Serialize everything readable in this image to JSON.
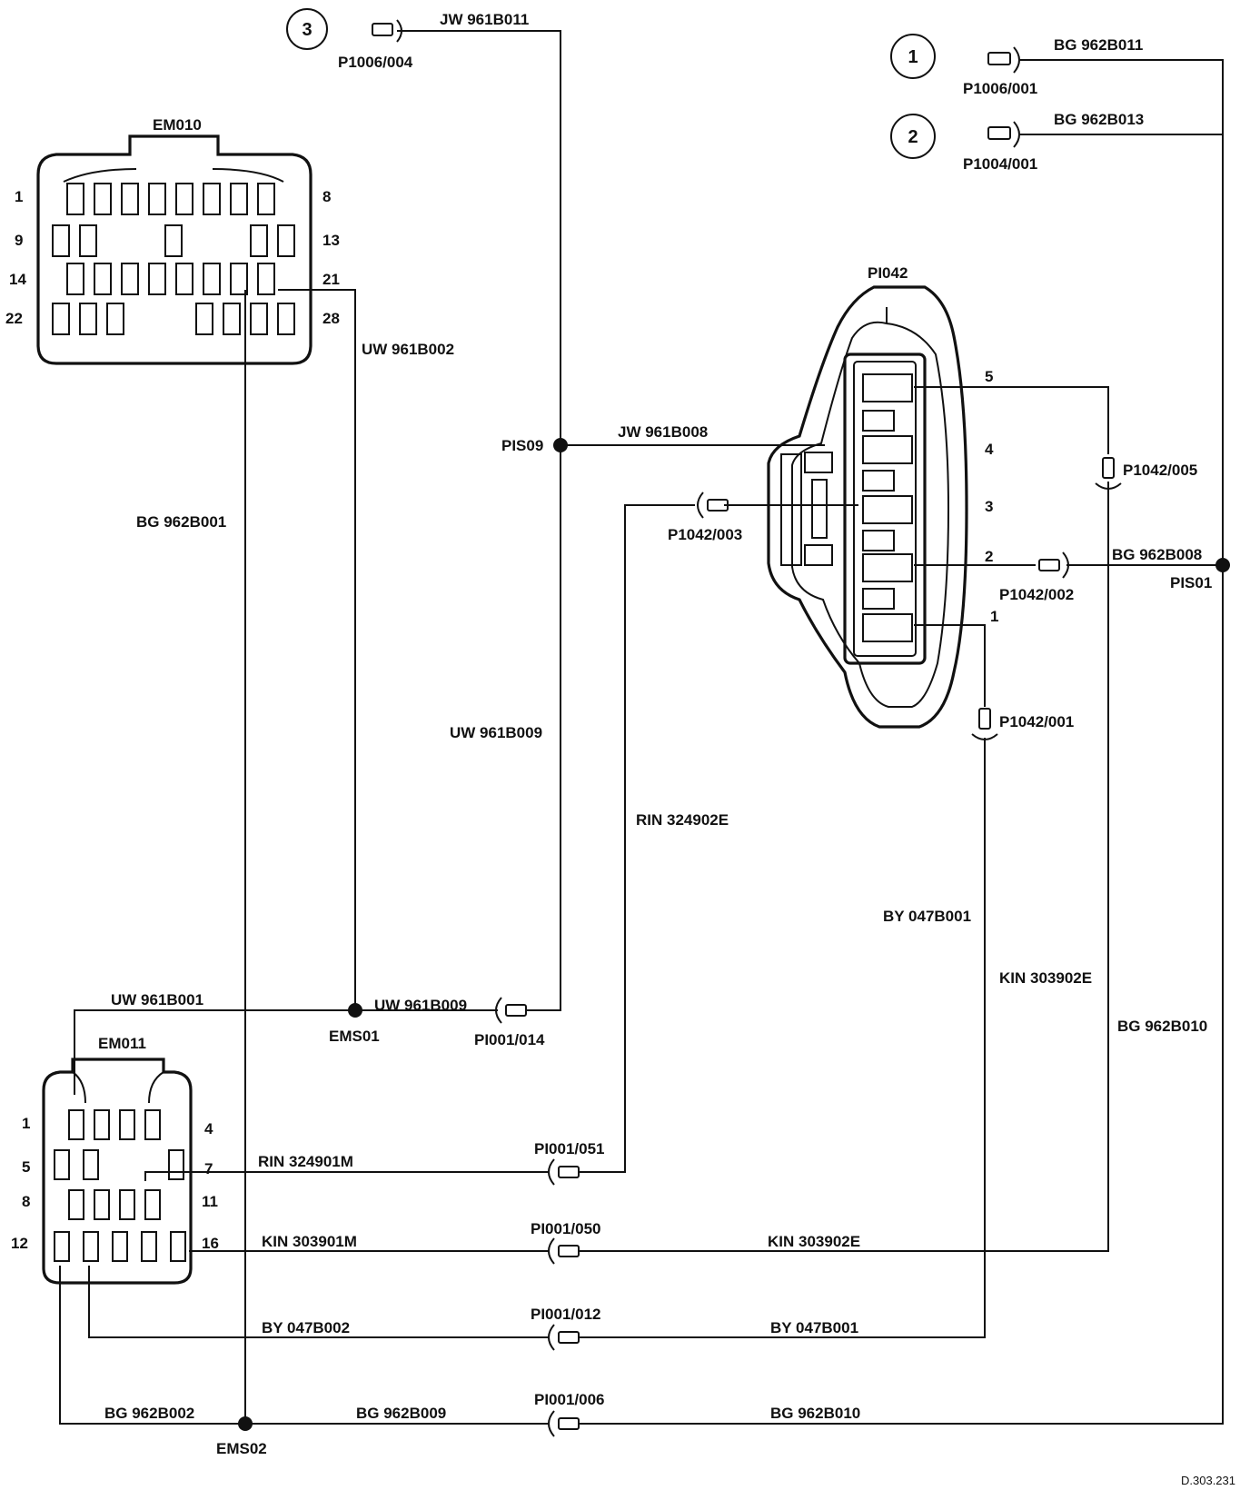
{
  "connectors": {
    "em010": {
      "name": "EM010",
      "pins": [
        "1",
        "8",
        "9",
        "13",
        "14",
        "21",
        "22",
        "28"
      ]
    },
    "em011": {
      "name": "EM011",
      "pins": [
        "1",
        "4",
        "5",
        "7",
        "8",
        "11",
        "12",
        "16"
      ]
    },
    "pi042": {
      "name": "PI042",
      "pins": [
        "5",
        "4",
        "3",
        "2",
        "1"
      ]
    }
  },
  "callouts": [
    {
      "number": "3",
      "plug": "P1006/004",
      "wire": "JW 961B011"
    },
    {
      "number": "1",
      "plug": "P1006/001",
      "wire": "BG 962B011"
    },
    {
      "number": "2",
      "plug": "P1004/001",
      "wire": "BG 962B013"
    }
  ],
  "splices": {
    "pis09": "PIS09",
    "pis01": "PIS01",
    "ems01": "EMS01",
    "ems02": "EMS02"
  },
  "plugs": {
    "p1042_003": "P1042/003",
    "p1042_005": "P1042/005",
    "p1042_002": "P1042/002",
    "p1042_001": "P1042/001",
    "pi001_014": "PI001/014",
    "pi001_051": "PI001/051",
    "pi001_050": "PI001/050",
    "pi001_012": "PI001/012",
    "pi001_006": "PI001/006"
  },
  "wires": {
    "uw961b002": "UW 961B002",
    "bg962b001": "BG 962B001",
    "jw961b008": "JW 961B008",
    "bg962b008": "BG 962B008",
    "uw961b009_vertical": "UW 961B009",
    "rin324902e": "RIN 324902E",
    "by047b001_vertical": "BY 047B001",
    "kin303902e_vertical": "KIN 303902E",
    "bg962b010_vertical": "BG 962B010",
    "uw961b001": "UW 961B001",
    "uw961b009_bottom": "UW 961B009",
    "rin324901m": "RIN 324901M",
    "kin303901m": "KIN 303901M",
    "kin303902e_bottom": "KIN 303902E",
    "by047b002": "BY 047B002",
    "by047b001_bottom": "BY 047B001",
    "bg962b002": "BG 962B002",
    "bg962b009": "BG 962B009",
    "bg962b010_bottom": "BG 962B010"
  },
  "reference": "D.303.231"
}
